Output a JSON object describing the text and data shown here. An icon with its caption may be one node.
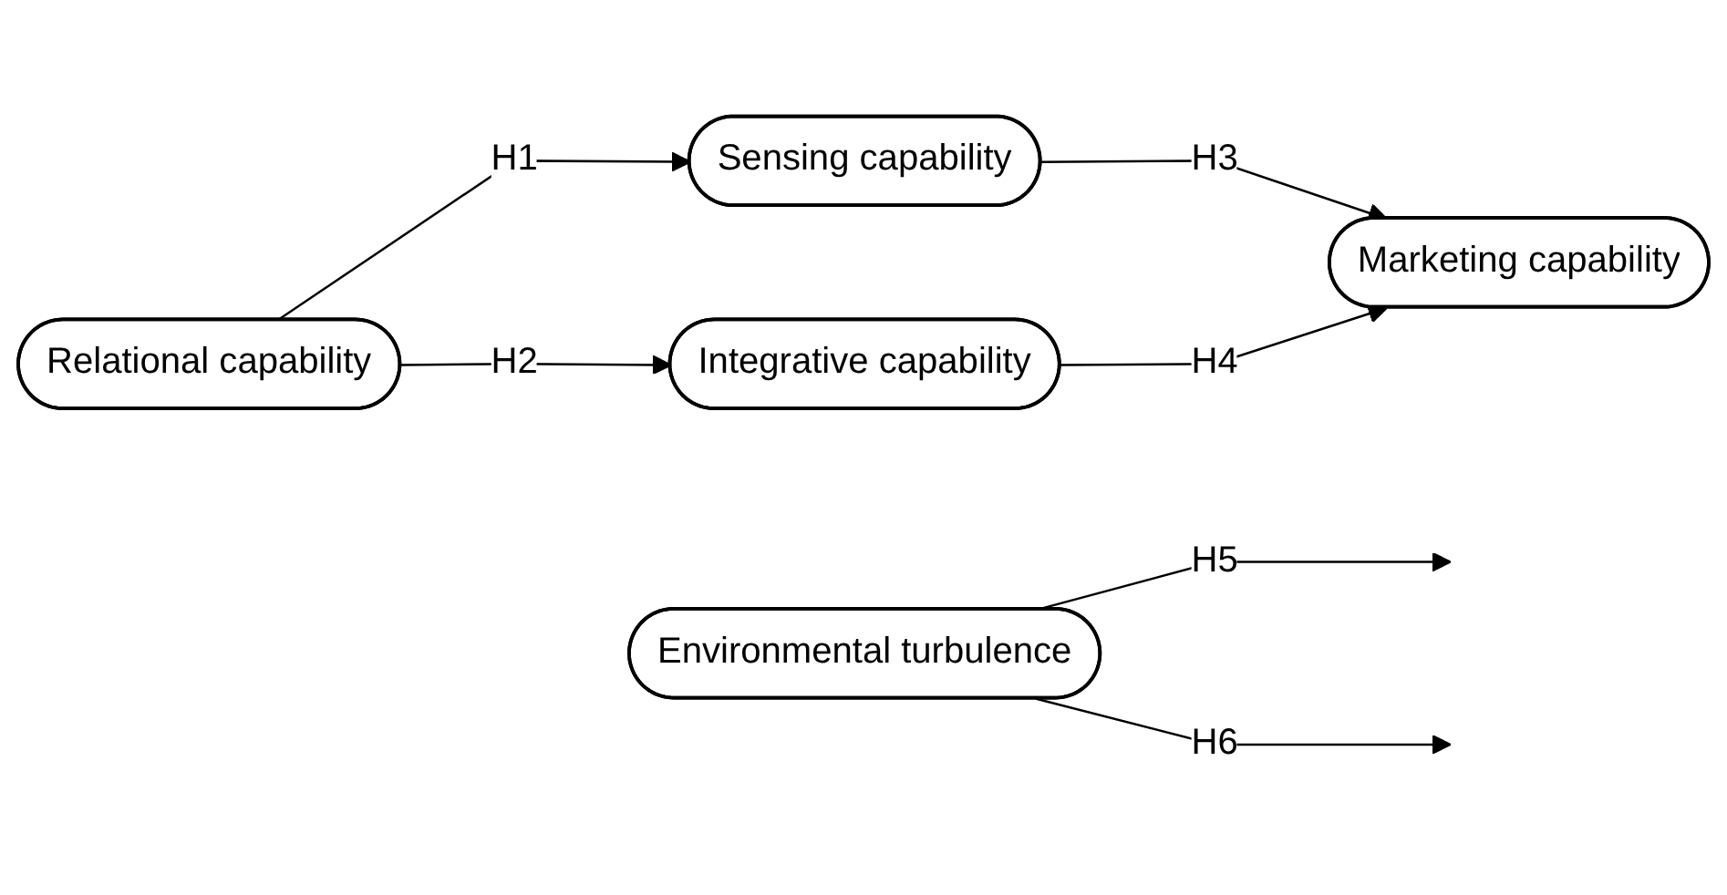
{
  "diagram": {
    "nodes": [
      {
        "text": [
          "Relational capability"
        ]
      },
      {
        "text": [
          "Sensing capability"
        ]
      },
      {
        "text": [
          "Environmental turbulence"
        ]
      },
      {
        "text": [
          "Integrative capability"
        ]
      },
      {
        "text": [
          "Marketing capability"
        ]
      }
    ],
    "edges": [
      {
        "from": 0,
        "to": 1,
        "arrow": "to",
        "label": "H1"
      },
      {
        "from": 0,
        "to": 3,
        "arrow": "to",
        "label": "H2"
      },
      {
        "from": 1,
        "to": 4,
        "arrow": "to",
        "label": "H3"
      },
      {
        "from": 3,
        "to": 4,
        "arrow": "to",
        "label": "H4"
      },
      {
        "from": 2,
        "to": null,
        "arrow": "to",
        "label": "H5"
      },
      {
        "from": 2,
        "to": null,
        "arrow": "to",
        "label": "H6"
      }
    ]
  }
}
